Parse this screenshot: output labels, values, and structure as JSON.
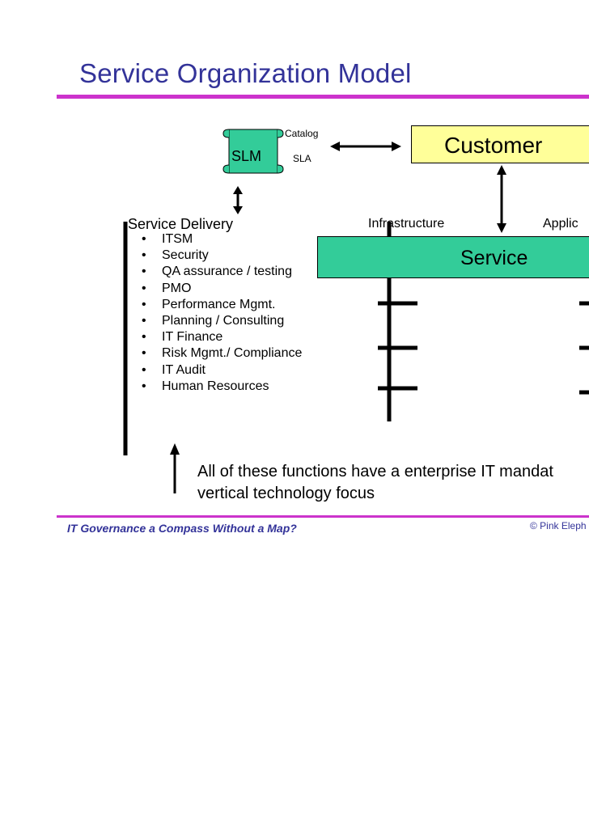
{
  "title": "Service Organization Model",
  "slm_label": "SLM",
  "catalog_label": "Catalog",
  "sla_label": "SLA",
  "customer_label": "Customer",
  "service_label": "Service",
  "service_delivery_label": "Service Delivery",
  "infrastructure_label": "Infrastructure",
  "applications_label": "Applic",
  "service_delivery_items": [
    "ITSM",
    "Security",
    "QA assurance / testing",
    "PMO",
    "Performance Mgmt.",
    "Planning / Consulting",
    "IT Finance",
    "Risk Mgmt./ Compliance",
    "IT Audit",
    "Human Resources"
  ],
  "note_line1": "All of these functions have a enterprise IT mandat",
  "note_line2": "vertical technology focus",
  "footer_left": "IT Governance a Compass Without a Map?",
  "footer_right": "© Pink Eleph",
  "colors": {
    "title": "#333399",
    "rule": "#cc33cc",
    "customer_fill": "#ffff99",
    "service_fill": "#33cc99",
    "slm_fill": "#33cc99"
  }
}
